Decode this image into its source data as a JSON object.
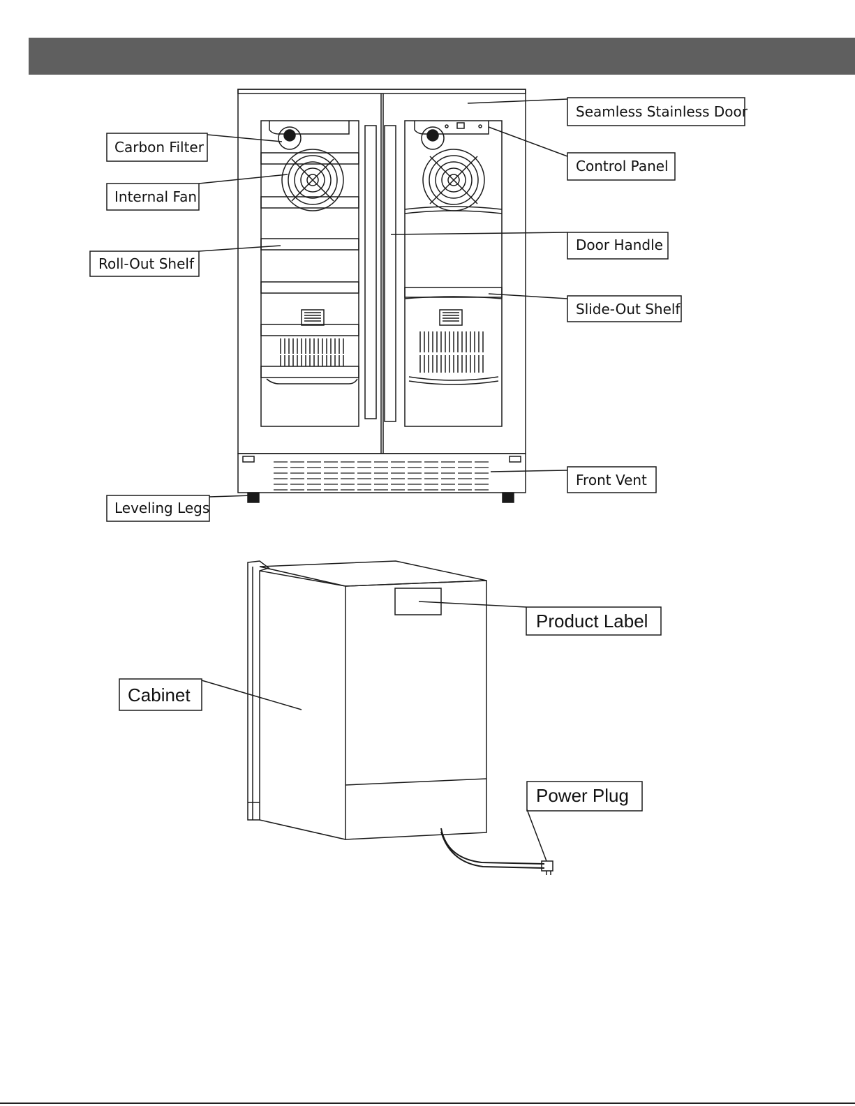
{
  "header": {
    "color": "#5f5f5f"
  },
  "front_view": {
    "labels": {
      "seamless_stainless_door": "Seamless Stainless Door",
      "carbon_filter": "Carbon Filter",
      "control_panel": "Control Panel",
      "internal_fan": "Internal Fan",
      "door_handle": "Door Handle",
      "roll_out_shelf": "Roll-Out Shelf",
      "slide_out_shelf": "Slide-Out Shelf",
      "front_vent": "Front Vent",
      "leveling_legs": "Leveling Legs"
    }
  },
  "side_view": {
    "labels": {
      "product_label": "Product Label",
      "cabinet": "Cabinet",
      "power_plug": "Power Plug"
    }
  }
}
